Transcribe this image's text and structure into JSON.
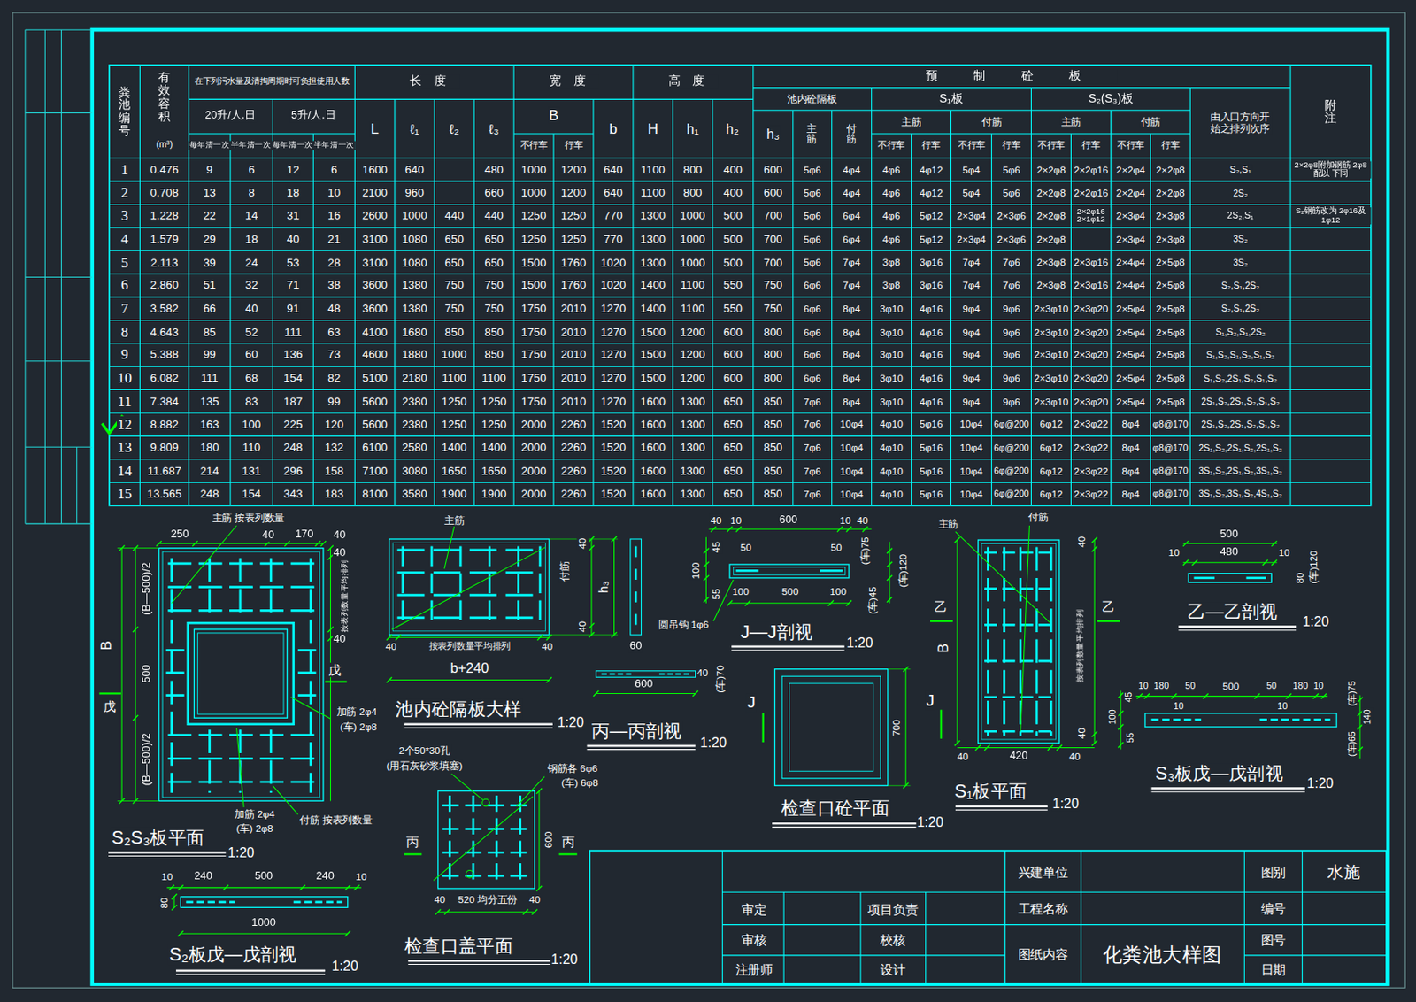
{
  "diagram": {
    "labels": [
      "粪池编号",
      "有效容积",
      "(m³)",
      "在下列污水量及清掏周期时可负担使用人数",
      "20升/人.日",
      "5升/人.日",
      "每年清一次",
      "半年清一次",
      "每年清一次",
      "半年清一次",
      "长度",
      "L",
      "ℓ₁",
      "ℓ₂",
      "ℓ₃",
      "宽度",
      "B",
      "不行车",
      "行车",
      "b",
      "高度",
      "H",
      "h₁",
      "h₂",
      "预制砼板",
      "池内砼隔板",
      "S₁板",
      "S₂(S₃)板",
      "h₃",
      "主筋",
      "付筋",
      "主筋",
      "付筋",
      "主筋",
      "付筋",
      "不行车",
      "行车",
      "不行车",
      "行车",
      "不行车",
      "行车",
      "不行车",
      "行车",
      "由入口方向开始之排列次序",
      "附注",
      "1",
      "0.476",
      "9",
      "6",
      "12",
      "6",
      "1600",
      "640",
      "480",
      "1000",
      "1200",
      "640",
      "1100",
      "800",
      "400",
      "600",
      "5φ6",
      "4φ4",
      "4φ6",
      "4φ12",
      "5φ4",
      "5φ6",
      "2×2φ8",
      "2×2φ16",
      "2×2φ4",
      "2×2φ8",
      "S₂,S₁",
      "2×2φ8附加钢筋 2φ8 配以 下同",
      "2",
      "0.708",
      "13",
      "8",
      "18",
      "10",
      "2100",
      "960",
      "660",
      "1000",
      "1200",
      "640",
      "1100",
      "800",
      "400",
      "600",
      "5φ6",
      "4φ4",
      "4φ6",
      "4φ12",
      "5φ4",
      "5φ6",
      "2×2φ8",
      "2×2φ16",
      "2×2φ4",
      "2×2φ8",
      "2S₂",
      "3",
      "1.228",
      "22",
      "14",
      "31",
      "16",
      "2600",
      "1000",
      "440",
      "440",
      "1250",
      "1250",
      "770",
      "1300",
      "1000",
      "500",
      "700",
      "5φ6",
      "6φ4",
      "4φ6",
      "5φ12",
      "2×3φ4",
      "2×3φ6",
      "2×2φ8",
      "2×2φ16 2×1φ12",
      "2×3φ4",
      "2×3φ8",
      "2S₂,S₁",
      "S₂钢筋改为 2φ16及1φ12",
      "4",
      "1.579",
      "29",
      "18",
      "40",
      "21",
      "3100",
      "1080",
      "650",
      "650",
      "1250",
      "1250",
      "770",
      "1300",
      "1000",
      "500",
      "700",
      "5φ6",
      "6φ4",
      "4φ6",
      "5φ12",
      "2×3φ4",
      "2×3φ6",
      "2×2φ8",
      "2×3φ4",
      "2×3φ8",
      "3S₂",
      "5",
      "2.113",
      "39",
      "24",
      "53",
      "28",
      "3100",
      "1080",
      "650",
      "650",
      "1500",
      "1760",
      "1020",
      "1300",
      "1000",
      "500",
      "700",
      "5φ6",
      "7φ4",
      "3φ8",
      "3φ16",
      "7φ4",
      "7φ6",
      "2×3φ8",
      "2×3φ16",
      "2×4φ4",
      "2×5φ8",
      "3S₂",
      "6",
      "2.860",
      "51",
      "32",
      "71",
      "38",
      "3600",
      "1380",
      "750",
      "750",
      "1500",
      "1760",
      "1020",
      "1400",
      "1100",
      "550",
      "750",
      "6φ6",
      "7φ4",
      "3φ8",
      "3φ16",
      "7φ4",
      "7φ6",
      "2×3φ8",
      "2×3φ16",
      "2×4φ4",
      "2×5φ8",
      "S₂,S₁,2S₂",
      "7",
      "3.582",
      "66",
      "40",
      "91",
      "48",
      "3600",
      "1380",
      "750",
      "750",
      "1750",
      "2010",
      "1270",
      "1400",
      "1100",
      "550",
      "750",
      "6φ6",
      "8φ4",
      "3φ10",
      "4φ16",
      "9φ4",
      "9φ6",
      "2×3φ10",
      "2×3φ20",
      "2×5φ4",
      "2×5φ8",
      "S₂,S₁,2S₂",
      "8",
      "4.643",
      "85",
      "52",
      "111",
      "63",
      "4100",
      "1680",
      "850",
      "850",
      "1750",
      "2010",
      "1270",
      "1500",
      "1200",
      "600",
      "800",
      "6φ6",
      "8φ4",
      "3φ10",
      "4φ16",
      "9φ4",
      "9φ6",
      "2×3φ10",
      "2×3φ20",
      "2×5φ4",
      "2×5φ8",
      "S₁,S₂,S₁,2S₂",
      "9",
      "5.388",
      "99",
      "60",
      "136",
      "73",
      "4600",
      "1880",
      "1000",
      "850",
      "1750",
      "2010",
      "1270",
      "1500",
      "1200",
      "600",
      "800",
      "6φ6",
      "8φ4",
      "3φ10",
      "4φ16",
      "9φ4",
      "9φ6",
      "2×3φ10",
      "2×3φ20",
      "2×5φ4",
      "2×5φ8",
      "S₁,S₂,S₁,S₂,S₁,S₂",
      "10",
      "6.082",
      "111",
      "68",
      "154",
      "82",
      "5100",
      "2180",
      "1100",
      "1100",
      "1750",
      "2010",
      "1270",
      "1500",
      "1200",
      "600",
      "800",
      "6φ6",
      "8φ4",
      "3φ10",
      "4φ16",
      "9φ4",
      "9φ6",
      "2×3φ10",
      "2×3φ20",
      "2×5φ4",
      "2×5φ8",
      "S₁,S₂,2S₁,S₂,S₁,S₂",
      "11",
      "7.384",
      "135",
      "83",
      "187",
      "99",
      "5600",
      "2380",
      "1250",
      "1250",
      "1750",
      "2010",
      "1270",
      "1600",
      "1300",
      "650",
      "850",
      "7φ6",
      "8φ4",
      "3φ10",
      "4φ16",
      "9φ4",
      "9φ6",
      "2×3φ10",
      "2×3φ20",
      "2×5φ4",
      "2×5φ8",
      "2S₁,S₂,2S₁,S₂,S₁,S₂",
      "12",
      "8.882",
      "163",
      "100",
      "225",
      "120",
      "5600",
      "2380",
      "1250",
      "1250",
      "2000",
      "2260",
      "1520",
      "1600",
      "1300",
      "650",
      "850",
      "7φ6",
      "10φ4",
      "4φ10",
      "5φ16",
      "10φ4",
      "6φ@200",
      "6φ12",
      "2×3φ22",
      "8φ4",
      "φ8@170",
      "2S₁,S₂,2S₁,S₂,S₁,S₂",
      "13",
      "9.809",
      "180",
      "110",
      "248",
      "132",
      "6100",
      "2580",
      "1400",
      "1400",
      "2000",
      "2260",
      "1520",
      "1600",
      "1300",
      "650",
      "850",
      "7φ6",
      "10φ4",
      "4φ10",
      "5φ16",
      "10φ4",
      "6φ@200",
      "6φ12",
      "2×3φ22",
      "8φ4",
      "φ8@170",
      "2S₁,S₂,2S₁,S₂,2S₁,S₂",
      "14",
      "11.687",
      "214",
      "131",
      "296",
      "158",
      "7100",
      "3080",
      "1650",
      "1650",
      "2000",
      "2260",
      "1520",
      "1600",
      "1300",
      "650",
      "850",
      "7φ6",
      "10φ4",
      "4φ10",
      "5φ16",
      "10φ4",
      "6φ@200",
      "6φ12",
      "2×3φ22",
      "8φ4",
      "φ8@170",
      "3S₁,S₂,2S₁,S₂,3S₁,S₂",
      "15",
      "13.565",
      "248",
      "154",
      "343",
      "183",
      "8100",
      "3580",
      "1900",
      "1900",
      "2000",
      "2260",
      "1520",
      "1600",
      "1300",
      "650",
      "850",
      "7φ6",
      "10φ4",
      "4φ10",
      "5φ16",
      "10φ4",
      "6φ@200",
      "6φ12",
      "2×3φ22",
      "8φ4",
      "φ8@170",
      "3S₁,S₂,3S₁,S₂,4S₁,S₂",
      "250",
      "主筋 按表列数量",
      "40",
      "170",
      "40",
      "40",
      "按表列数量平均排列",
      "40",
      "B",
      "(B—500)/2",
      "500",
      "(B—500)/2",
      "戊",
      "戊",
      "加筋 2φ4",
      "(车) 2φ8",
      "加筋 2φ4",
      "(车) 2φ8",
      "付筋 按表列数量",
      "S₂S₃板平面",
      "1:20",
      "10",
      "240",
      "500",
      "240",
      "10",
      "80",
      "1000",
      "S₂板戊—戊剖视",
      "1:20",
      "主筋",
      "付筋",
      "40",
      "h₃",
      "40",
      "40",
      "按表列数量平均排列",
      "40",
      "b+240",
      "60",
      "池内砼隔板大样",
      "1:20",
      "40",
      "(车)70",
      "600",
      "丙—丙剖视",
      "1:20",
      "40",
      "10",
      "600",
      "10",
      "40",
      "45",
      "50",
      "50",
      "(车)75",
      "100",
      "(车)120",
      "55",
      "100",
      "500",
      "100",
      "(车)45",
      "圆吊钩 1φ6",
      "J—J剖视",
      "1:20",
      "2个50*30孔",
      "(用石灰砂浆填塞)",
      "钢筋各 6φ6",
      "(车) 6φ8",
      "丙",
      "丙",
      "600",
      "40",
      "520 均分五份",
      "40",
      "检查口盖平面",
      "1:20",
      "J",
      "J",
      "700",
      "检查口砼平面",
      "1:20",
      "主筋",
      "付筋",
      "乙",
      "乙",
      "B",
      "40",
      "按表列数量平均排列",
      "40",
      "40",
      "420",
      "40",
      "S₁板平面",
      "1:20",
      "500",
      "10",
      "480",
      "10",
      "(车)120",
      "80",
      "乙—乙剖视",
      "1:20",
      "10",
      "180",
      "50",
      "500",
      "50",
      "180",
      "10",
      "(车)75",
      "45",
      "100",
      "55",
      "10",
      "10",
      "140",
      "(车)65",
      "S₃板戊—戊剖视",
      "1:20",
      "审定",
      "审核",
      "注册师",
      "项目负责",
      "校核",
      "设计",
      "兴建单位",
      "工程名称",
      "图纸内容",
      "化粪池大样图",
      "图别",
      "水施",
      "编号",
      "图号",
      "日期"
    ]
  }
}
